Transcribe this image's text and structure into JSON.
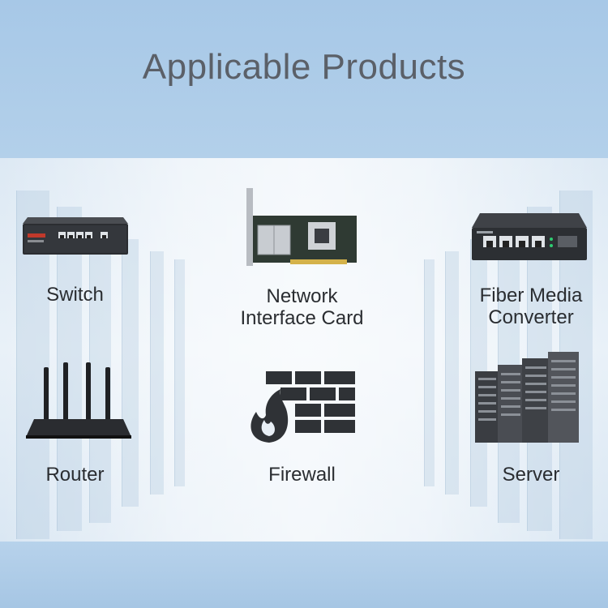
{
  "title": "Applicable Products",
  "products": [
    {
      "label": "Switch",
      "icon": "network-switch-icon"
    },
    {
      "label": "Network\nInterface Card",
      "icon": "network-card-icon"
    },
    {
      "label": "Fiber Media\nConverter",
      "icon": "media-converter-icon"
    },
    {
      "label": "Router",
      "icon": "router-icon"
    },
    {
      "label": "Firewall",
      "icon": "firewall-icon"
    },
    {
      "label": "Server",
      "icon": "server-icon"
    }
  ]
}
